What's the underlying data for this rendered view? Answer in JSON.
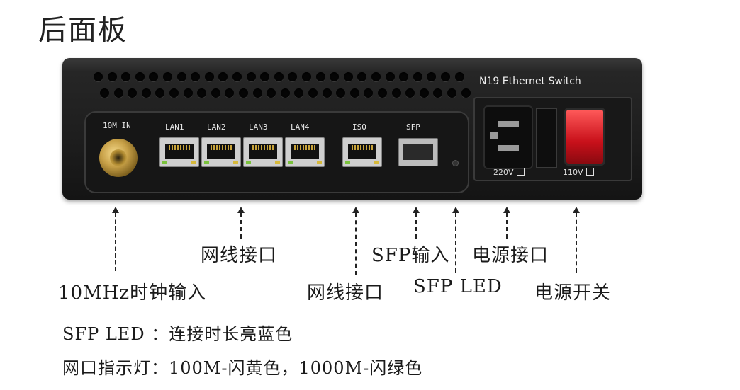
{
  "title": "后面板",
  "device": {
    "name": "N19 Ethernet Switch",
    "port_labels": [
      "10M_IN",
      "LAN1",
      "LAN2",
      "LAN3",
      "LAN4",
      "ISO",
      "SFP"
    ],
    "voltage_220": "220V",
    "voltage_110": "110V"
  },
  "callouts": {
    "clock_input": "10MHz时钟输入",
    "network_port_upper": "网线接口",
    "network_port_lower": "网线接口",
    "sfp_input": "SFP输入",
    "sfp_led": "SFP LED",
    "power_port": "电源接口",
    "power_switch": "电源开关"
  },
  "notes": [
    "SFP LED ：连接时长亮蓝色",
    "网口指示灯：100M-闪黄色，1000M-闪绿色"
  ]
}
